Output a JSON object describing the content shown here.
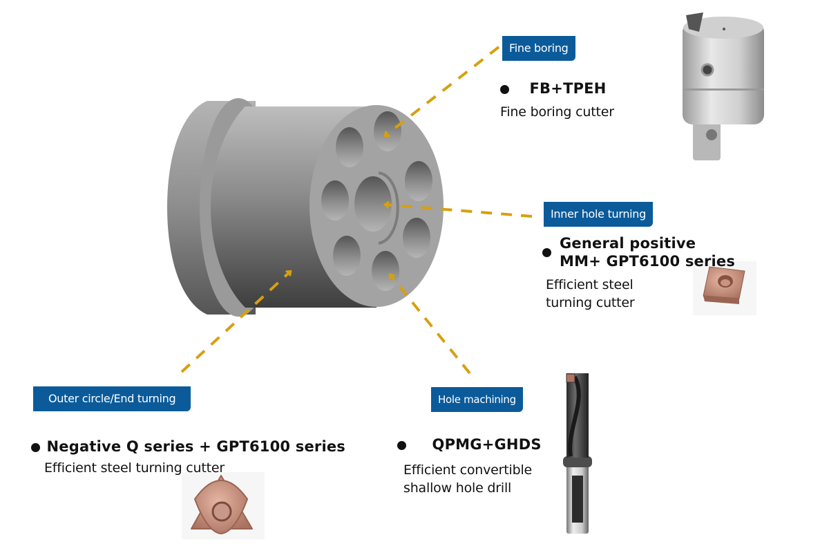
{
  "diagram": {
    "subject": "machined-part",
    "arrow_color": "#d6a00f",
    "badge_color": "#0b5b9a",
    "callouts": [
      {
        "id": "fine-boring",
        "badge": "Fine boring",
        "product": "FB+TPEH",
        "description_lines": [
          "Fine boring cutter"
        ],
        "image": "boring-head-icon"
      },
      {
        "id": "inner-hole-turning",
        "badge": "Inner hole turning",
        "product_lines": [
          "General positive",
          "MM+ GPT6100 series"
        ],
        "description_lines": [
          "Efficient steel",
          "turning cutter"
        ],
        "image": "square-insert-icon"
      },
      {
        "id": "outer-circle-end-turning",
        "badge": "Outer circle/End turning",
        "product": "Negative Q series + GPT6100 series",
        "description_lines": [
          "Efficient steel turning cutter"
        ],
        "image": "trigon-insert-icon"
      },
      {
        "id": "hole-machining",
        "badge": "Hole machining",
        "product": "QPMG+GHDS",
        "description_lines": [
          "Efficient convertible",
          "shallow hole drill"
        ],
        "image": "indexable-drill-icon"
      }
    ]
  }
}
